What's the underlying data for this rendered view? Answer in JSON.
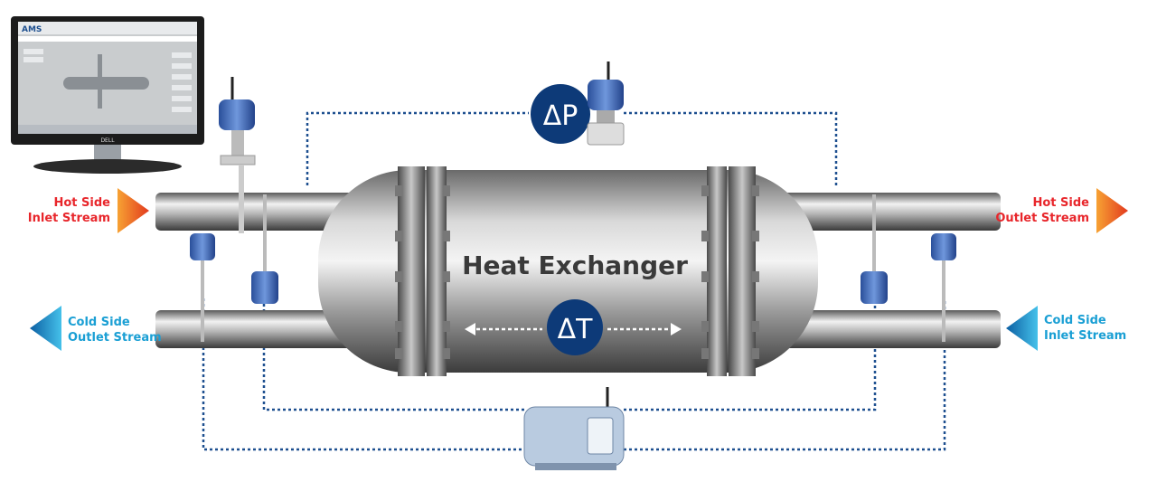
{
  "title": "Heat Exchanger",
  "delta_p": "ΔP",
  "delta_t": "ΔT",
  "streams": {
    "hot_inlet": [
      "Hot Side",
      "Inlet Stream"
    ],
    "hot_outlet": [
      "Hot Side",
      "Outlet Stream"
    ],
    "cold_outlet": [
      "Cold Side",
      "Outlet Stream"
    ],
    "cold_inlet": [
      "Cold Side",
      "Inlet Stream"
    ]
  },
  "monitor": {
    "app_logo": "AMS",
    "brand": "DELL"
  },
  "colors": {
    "hot": "#e8262b",
    "cold": "#1a9fd4",
    "badge": "#0d3a78",
    "dash": "#1d4f8f"
  }
}
